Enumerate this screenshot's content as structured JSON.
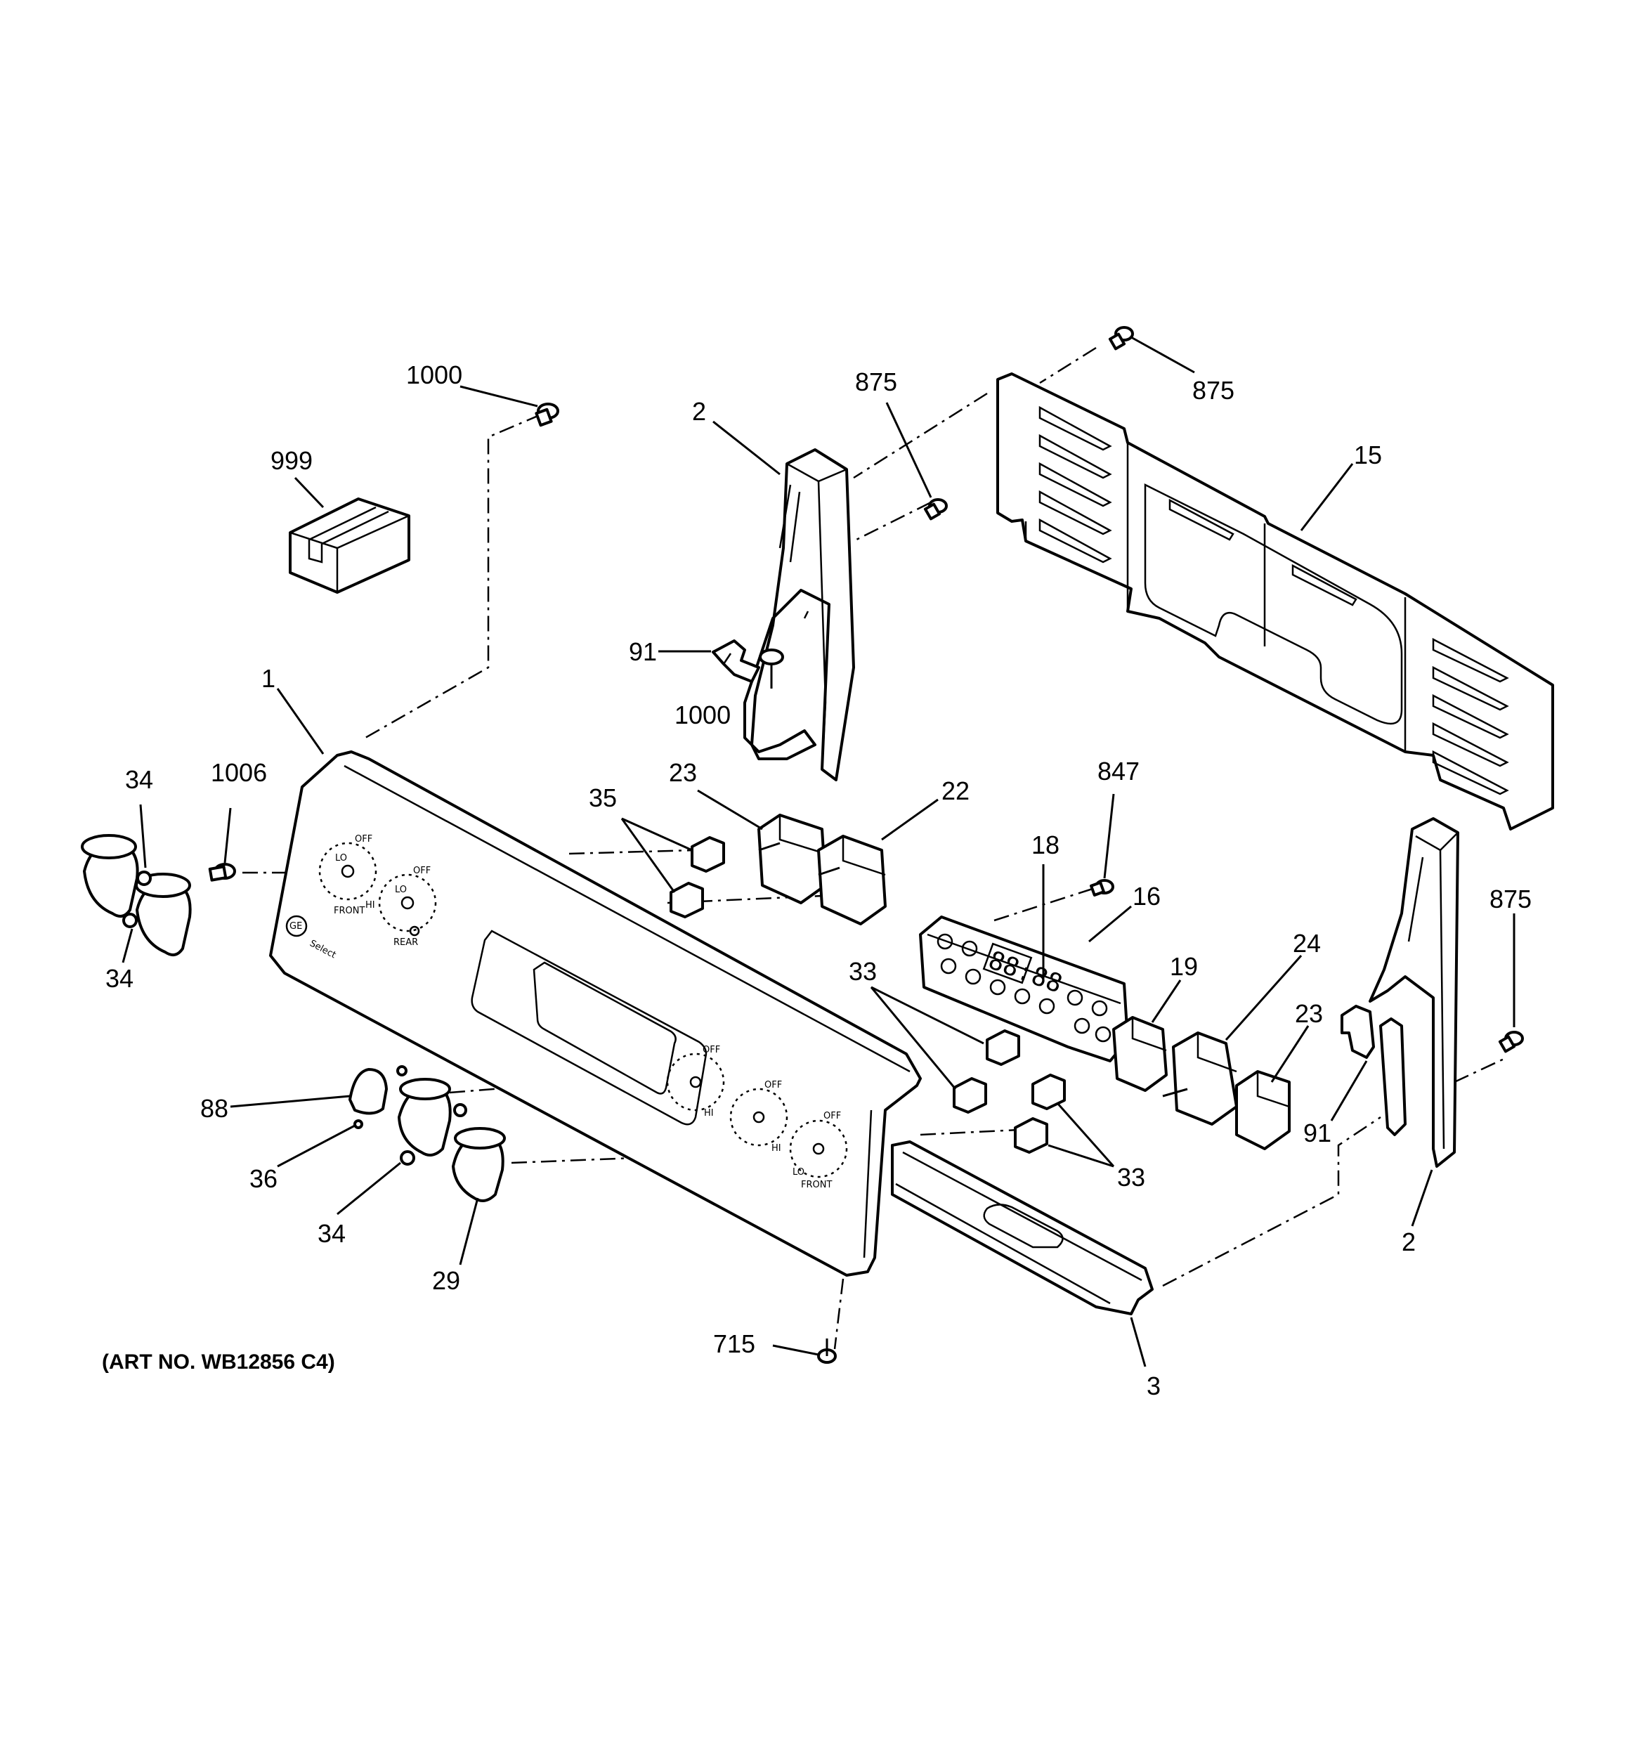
{
  "labels": {
    "l1000a": "1000",
    "l999": "999",
    "l2a": "2",
    "l875a": "875",
    "l875b": "875",
    "l15": "15",
    "l91a": "91",
    "l1000b": "1000",
    "l1": "1",
    "l34a": "34",
    "l1006": "1006",
    "l34b": "34",
    "l35": "35",
    "l23a": "23",
    "l22": "22",
    "l847": "847",
    "l18": "18",
    "l16": "16",
    "l33a": "33",
    "l19": "19",
    "l24": "24",
    "l23b": "23",
    "l875c": "875",
    "l91b": "91",
    "l88": "88",
    "l36": "36",
    "l34c": "34",
    "l29": "29",
    "l33b": "33",
    "l2b": "2",
    "l715": "715",
    "l3": "3"
  },
  "art_number": "(ART NO. WB12856 C4)",
  "panel_markings": {
    "brand": "GE",
    "series": "Select",
    "off": "OFF",
    "hi": "HI",
    "lo": "LO",
    "front": "FRONT",
    "rear": "REAR",
    "clock_display": "88:88"
  }
}
